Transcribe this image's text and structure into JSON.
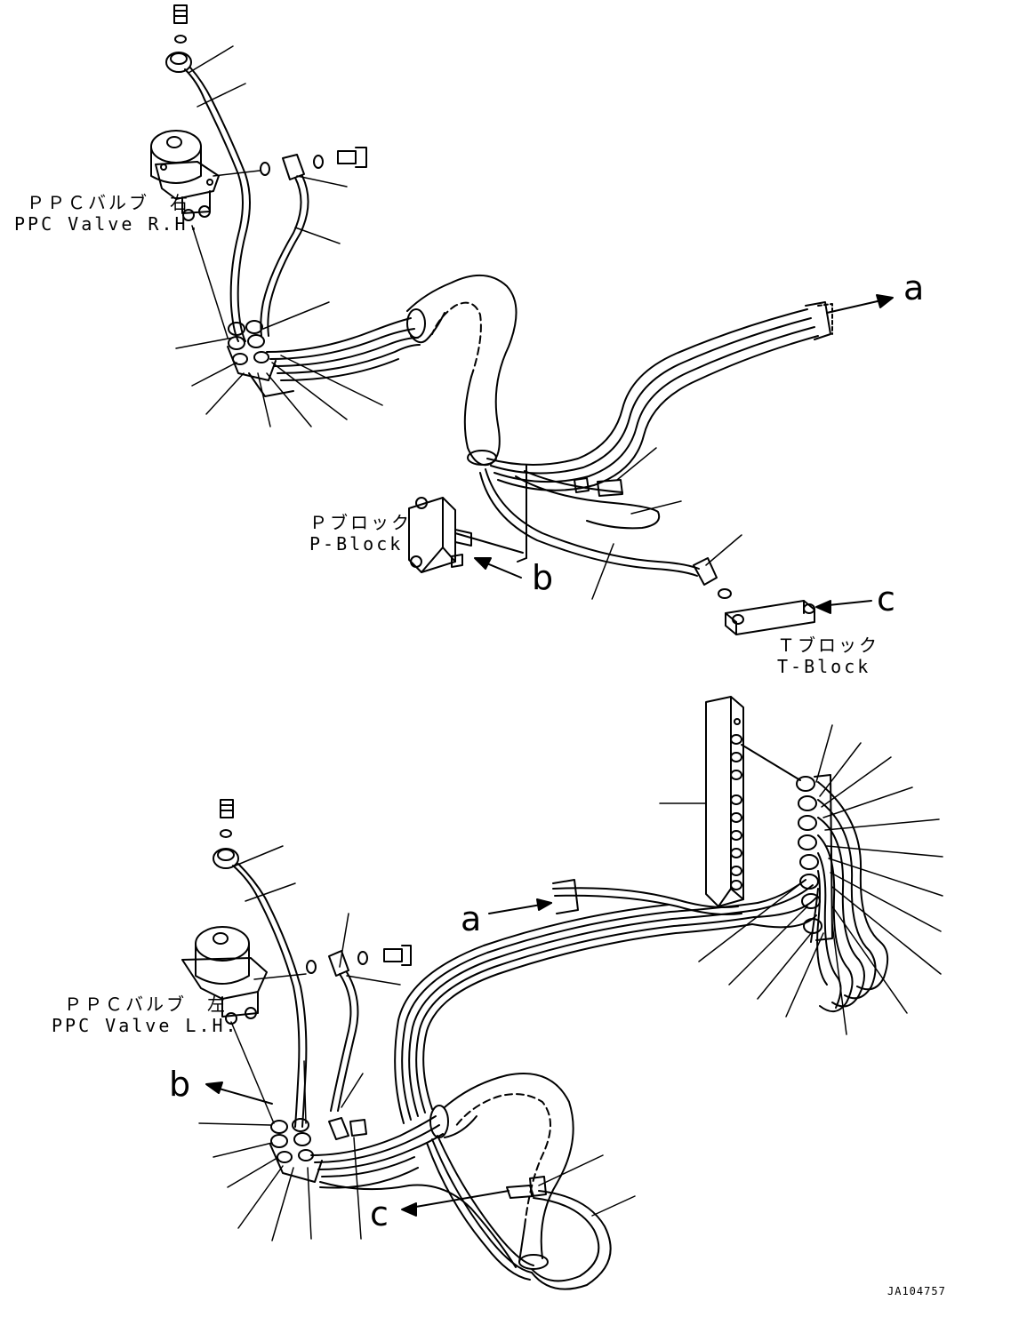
{
  "labels": {
    "ppc_valve_rh_jp": "ＰＰＣバルブ　右",
    "ppc_valve_rh_en": "PPC Valve R.H.",
    "ppc_valve_lh_jp": "ＰＰＣバルブ　左",
    "ppc_valve_lh_en": "PPC Valve L.H.",
    "p_block_jp": "Ｐブロック",
    "p_block_en": "P-Block",
    "t_block_jp": "Ｔブロック",
    "t_block_en": "T-Block",
    "ref_a_top": "a",
    "ref_b_top": "b",
    "ref_c_top": "c",
    "ref_a_bottom": "a",
    "ref_b_bottom": "b",
    "ref_c_bottom": "c",
    "drawing_code": "JA104757"
  }
}
